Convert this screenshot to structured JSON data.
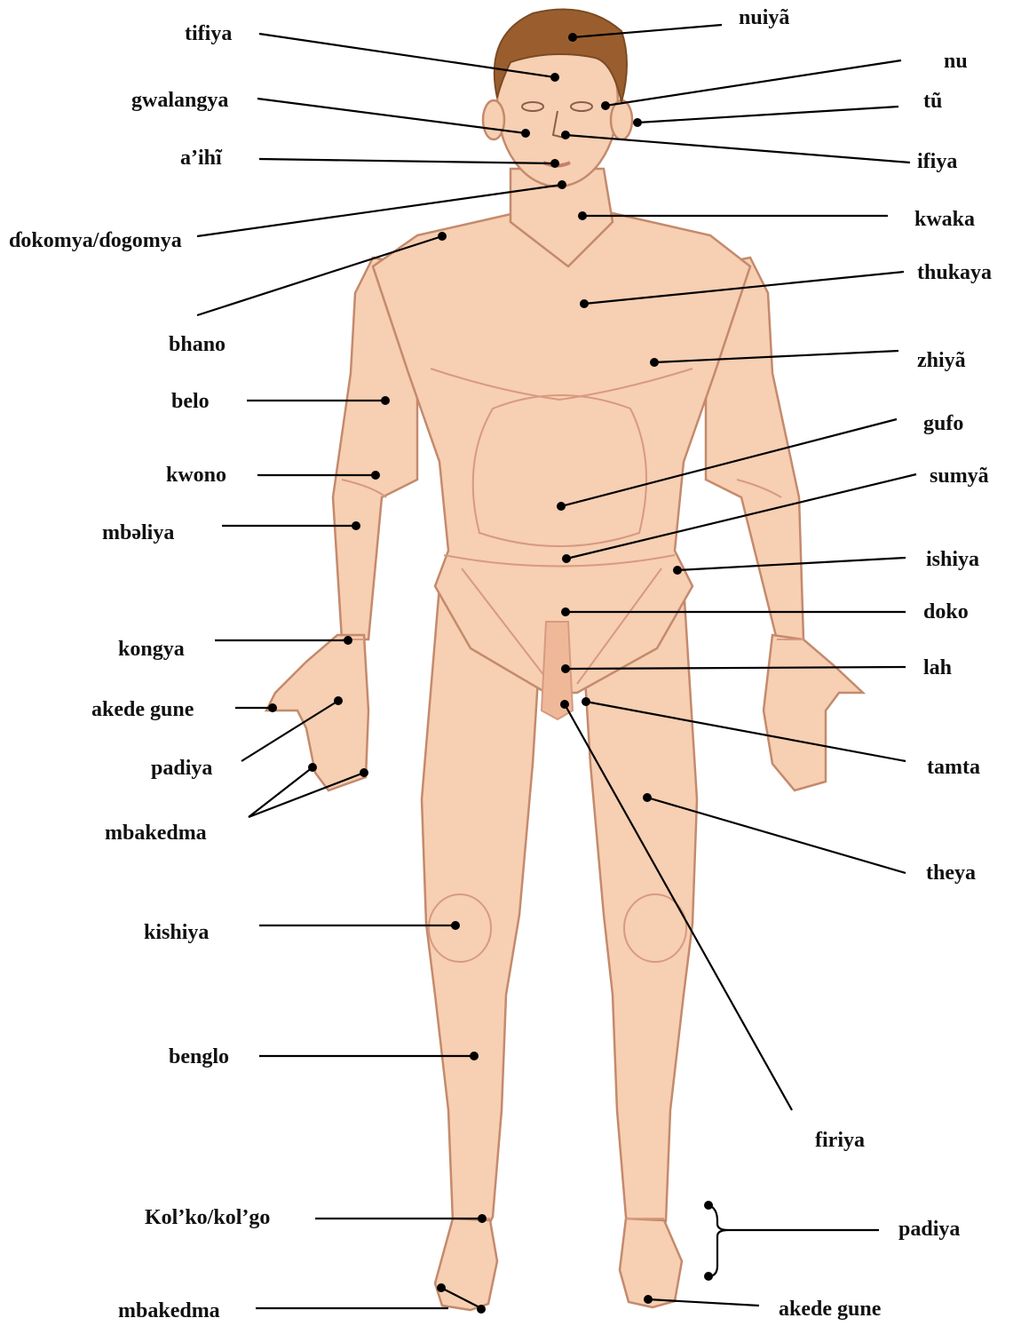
{
  "colors": {
    "skin": "#f7cfb3",
    "skin_shade": "#efb999",
    "outline": "#c48a6c",
    "hair": "#9a5e2e",
    "leader": "#000000"
  },
  "labels": {
    "tifiya": "tifiya",
    "nuiya": "nuiyã",
    "nu": "nu",
    "tu": "tũ",
    "gwalangya": "gwalangya",
    "ifiya": "ifiya",
    "aihi": "a’ihĩ",
    "kwaka": "kwaka",
    "dokomya": "ɗokomya/ɗogomya",
    "thukaya": "thukaya",
    "bhano": "bhano",
    "zhiya": "zhiyã",
    "belo": "belo",
    "gufo": "gufo",
    "kwono": "kwono",
    "sumya": "sumyã",
    "mbaliya": "mbəliya",
    "ishiya": "ishiya",
    "doko": "doko",
    "kongya": "kongya",
    "lah": "lah",
    "akede_gune_hand": "akede gune",
    "padiya_hand": "padiya",
    "tamta": "tamta",
    "mbakedma_hand": "mbakedma",
    "theya": "theya",
    "kishiya": "kishiya",
    "benglo": "benglo",
    "firiya": "firiya",
    "kolko": "Kol’ko/kol’go",
    "padiya_foot": "padiya",
    "mbakedma_foot": "mbakedma",
    "akede_gune_foot": "akede gune"
  }
}
